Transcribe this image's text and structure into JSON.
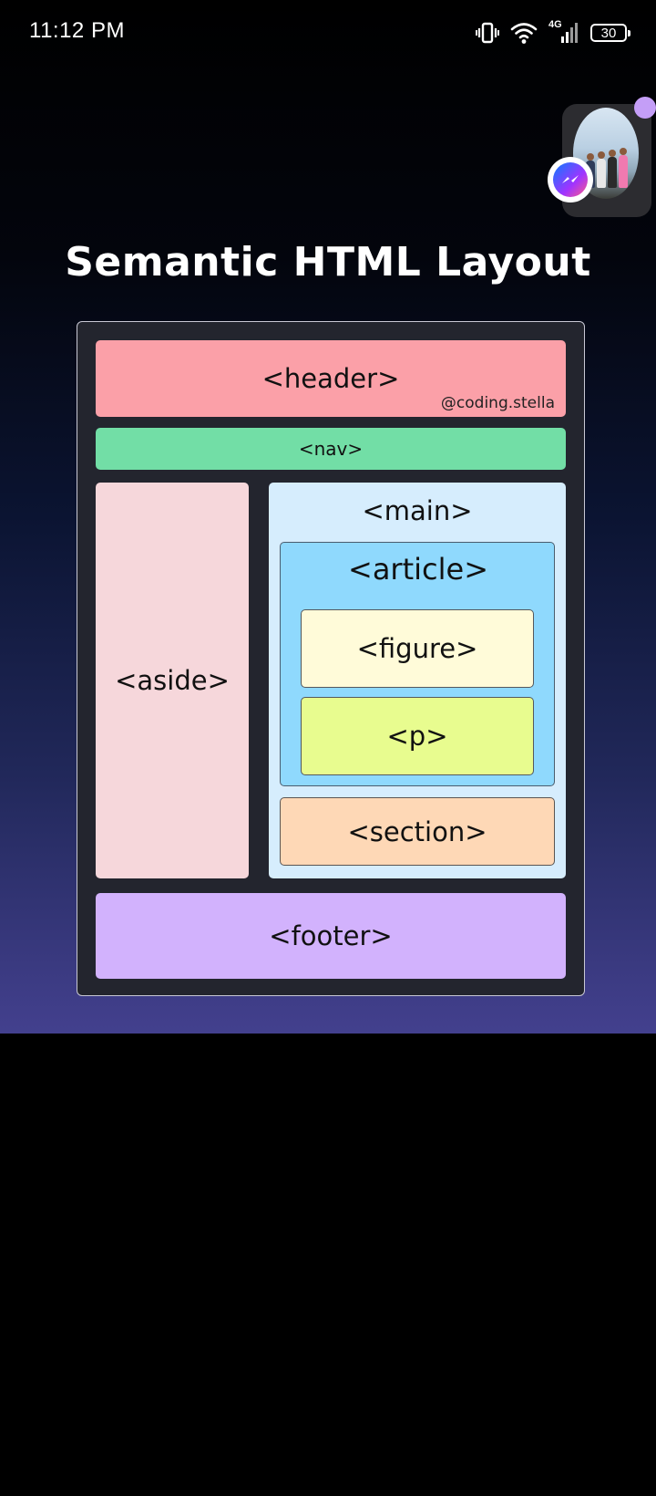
{
  "status_bar": {
    "time": "11:12 PM",
    "network_type": "4G",
    "battery_level": "30",
    "icons": [
      "vibrate-icon",
      "wifi-icon",
      "cellular-signal-icon",
      "battery-icon"
    ]
  },
  "media": {
    "title": "Semantic HTML Layout",
    "watermark": "@coding.stella",
    "tags": {
      "header": "<header>",
      "nav": "<nav>",
      "aside": "<aside>",
      "main": "<main>",
      "article": "<article>",
      "figure": "<figure>",
      "p": "<p>",
      "section": "<section>",
      "footer": "<footer>"
    },
    "colors": {
      "header": "#fba0a8",
      "nav": "#72dea6",
      "aside": "#f6d7db",
      "main": "#d6edfd",
      "article": "#8fd9fd",
      "figure": "#fffbd9",
      "p": "#e8fc8f",
      "section": "#fed8b6",
      "footer": "#d2b2fd",
      "frame": "#23252e"
    }
  },
  "chat_head": {
    "app_icon": "messenger-icon",
    "has_unread_dot": true
  }
}
